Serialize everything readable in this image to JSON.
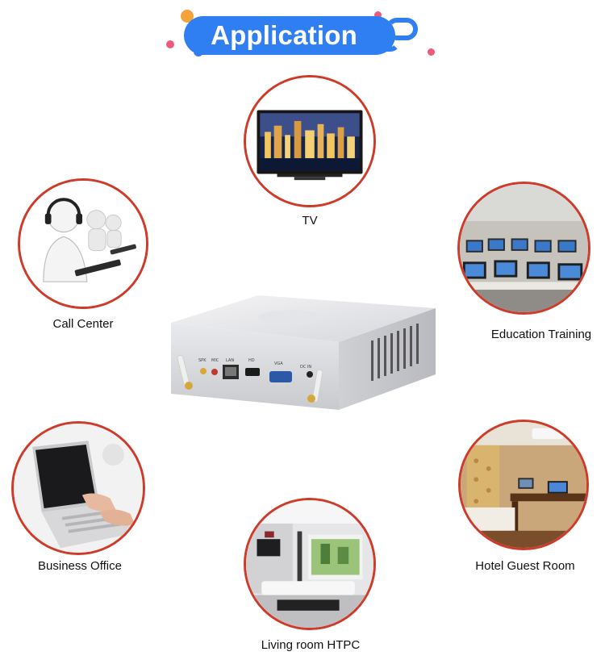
{
  "header": {
    "title": "Application"
  },
  "applications": [
    {
      "label": "TV",
      "icon": "tv-icon"
    },
    {
      "label": "Call Center",
      "icon": "call-center-icon"
    },
    {
      "label": "Education Training",
      "icon": "classroom-icon"
    },
    {
      "label": "Business Office",
      "icon": "laptop-icon"
    },
    {
      "label": "Hotel Guest Room",
      "icon": "hotel-room-icon"
    },
    {
      "label": "Living room HTPC",
      "icon": "living-room-icon"
    }
  ],
  "device": {
    "ports": [
      "SPK",
      "MIC",
      "LAN",
      "HD",
      "VGA",
      "DC IN"
    ]
  },
  "colors": {
    "banner": "#2f7ff2",
    "circle_border": "#cf3b2a",
    "accent_pink": "#f0597a",
    "accent_orange": "#f4a23a"
  }
}
